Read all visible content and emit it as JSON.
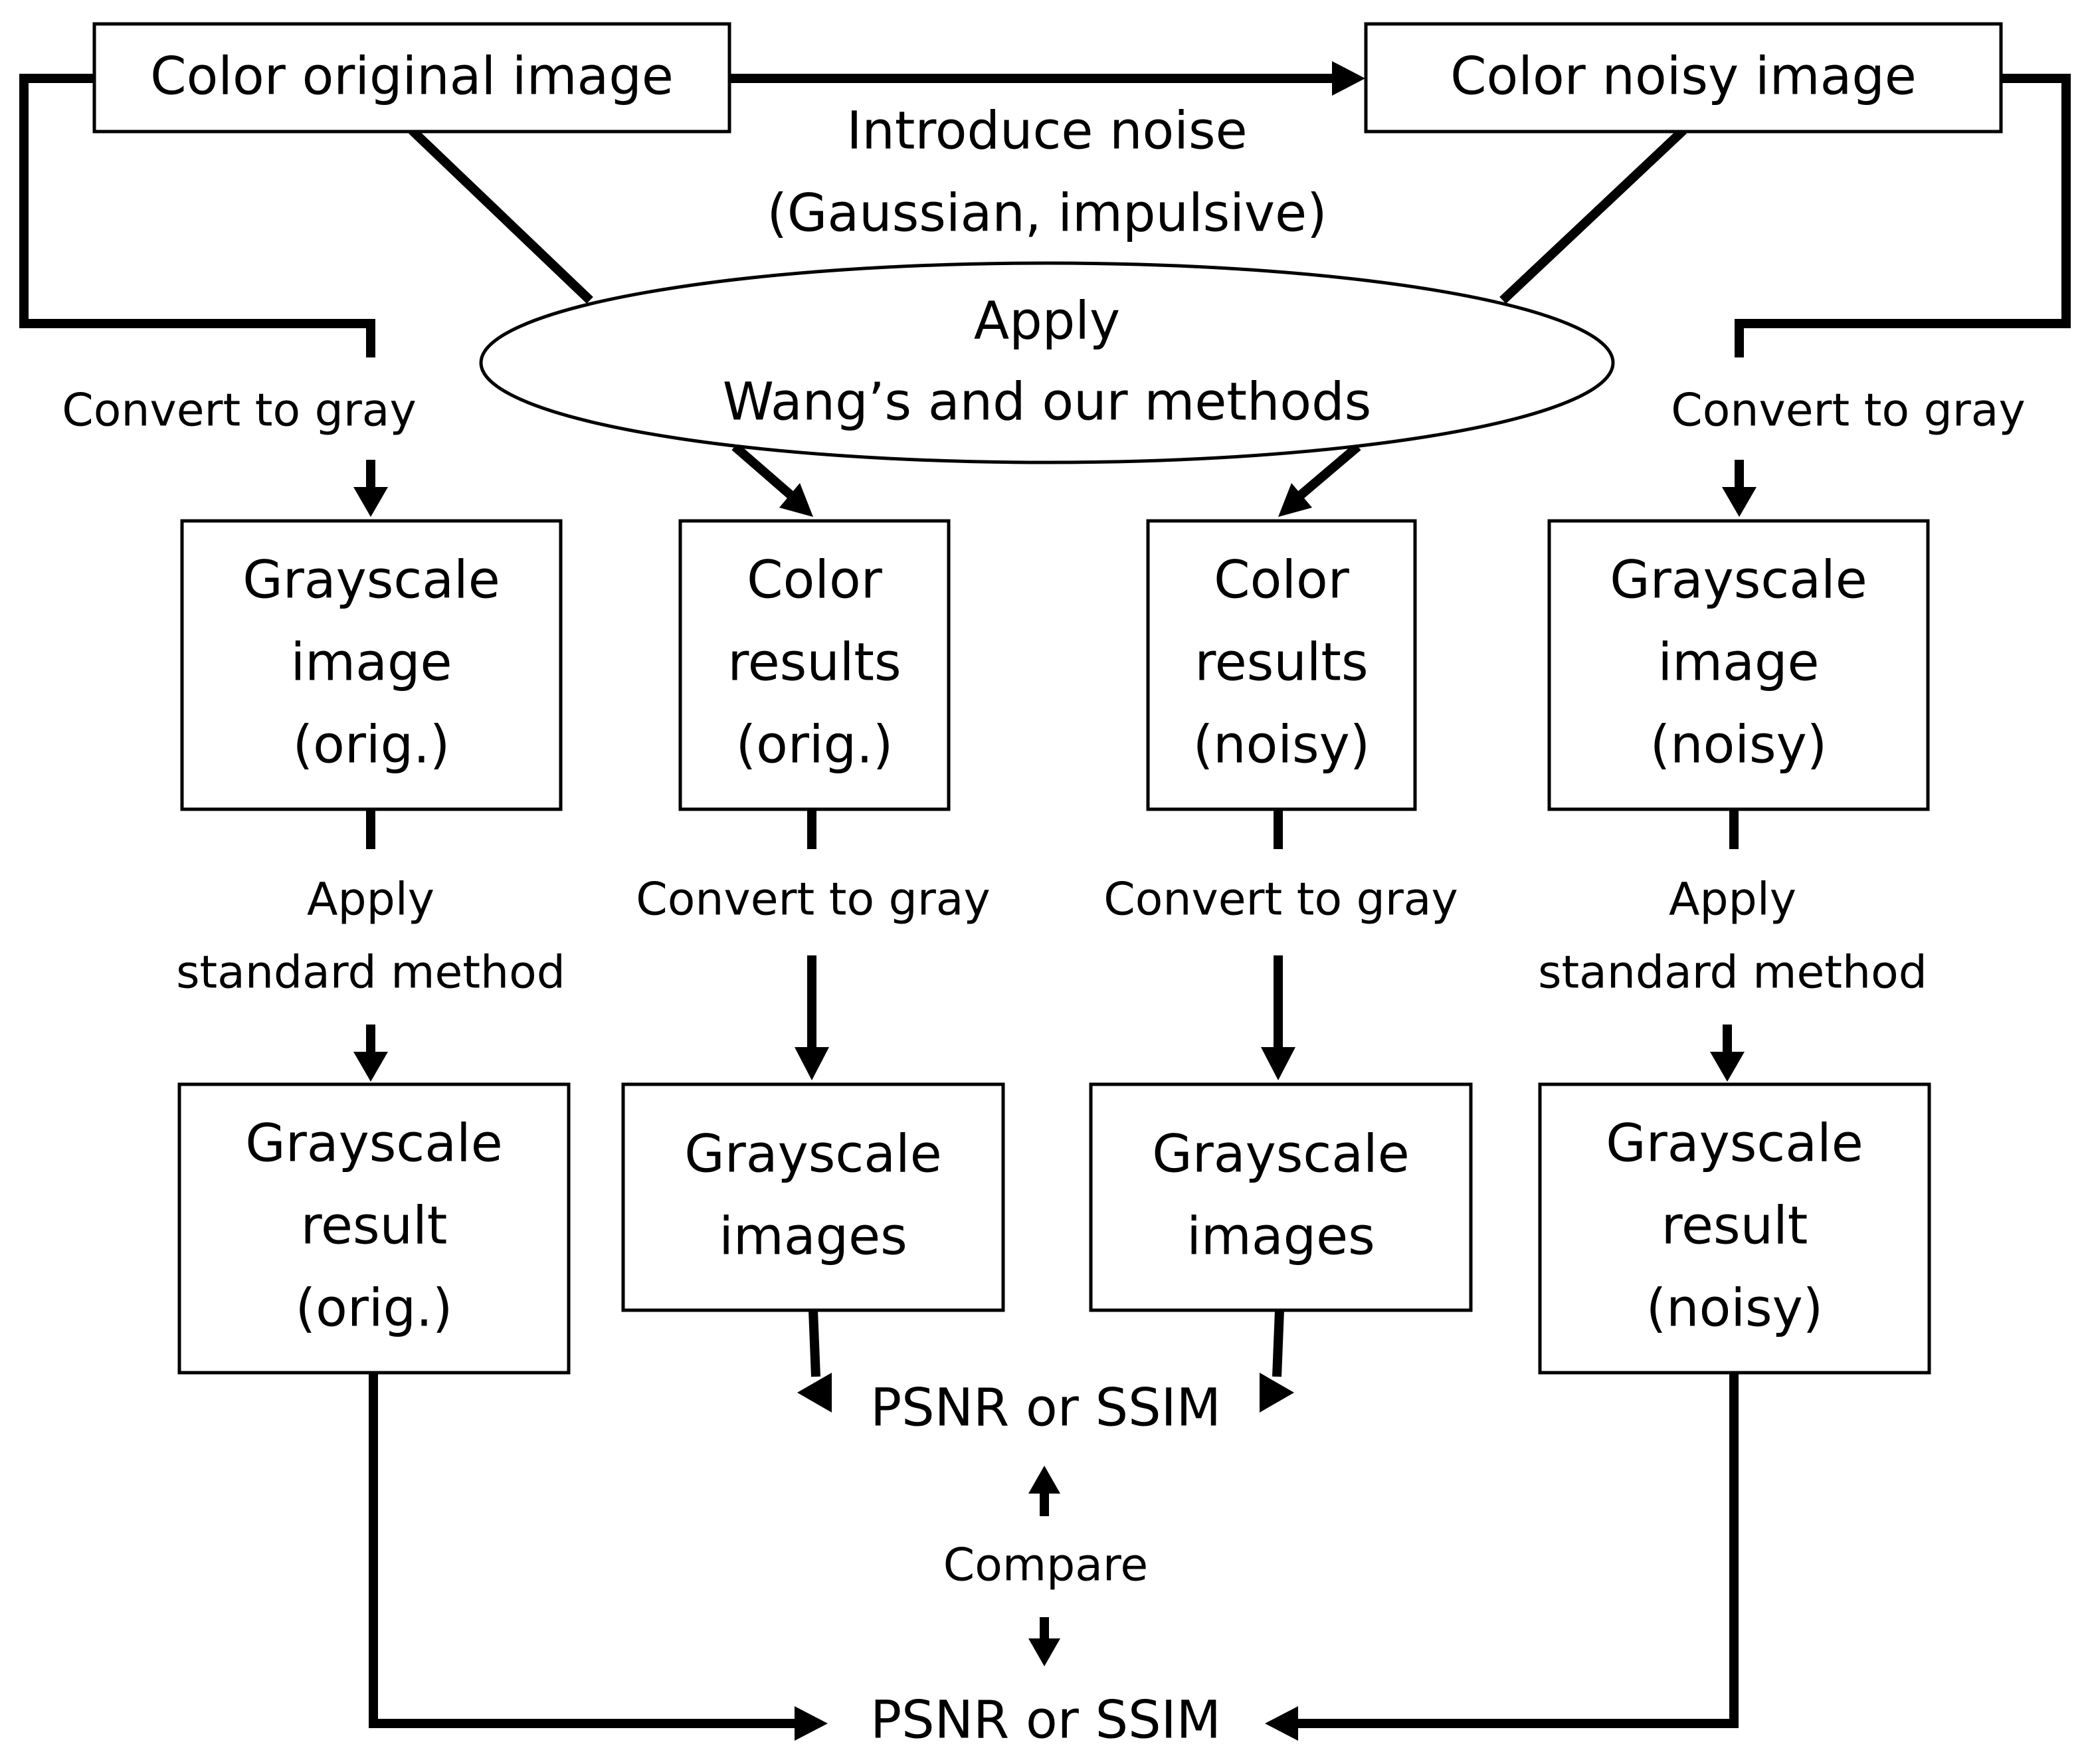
{
  "nodes": {
    "color_original": "Color original image",
    "color_noisy": "Color noisy image",
    "introduce_noise": [
      "Introduce noise",
      "(Gaussian, impulsive)"
    ],
    "apply_methods": [
      "Apply",
      "Wang’s and our methods"
    ],
    "gray_orig_image": [
      "Grayscale",
      "image",
      "(orig.)"
    ],
    "color_results_orig": [
      "Color",
      "results",
      "(orig.)"
    ],
    "color_results_noisy": [
      "Color",
      "results",
      "(noisy)"
    ],
    "gray_noisy_image": [
      "Grayscale",
      "image",
      "(noisy)"
    ],
    "gray_result_orig": [
      "Grayscale",
      "result",
      "(orig.)"
    ],
    "gray_images_1": [
      "Grayscale",
      "images"
    ],
    "gray_images_2": [
      "Grayscale",
      "images"
    ],
    "gray_result_noisy": [
      "Grayscale",
      "result",
      "(noisy)"
    ],
    "psnr_top": "PSNR or SSIM",
    "psnr_bottom": "PSNR or SSIM"
  },
  "edge_labels": {
    "convert_left": "Convert to gray",
    "convert_right": "Convert to gray",
    "convert_mid_left": "Convert to gray",
    "convert_mid_right": "Convert to gray",
    "apply_std_left": [
      "Apply",
      "standard method"
    ],
    "apply_std_right": [
      "Apply",
      "standard method"
    ],
    "compare": "Compare"
  },
  "colors": {
    "stroke": "#000000",
    "background": "#ffffff"
  }
}
